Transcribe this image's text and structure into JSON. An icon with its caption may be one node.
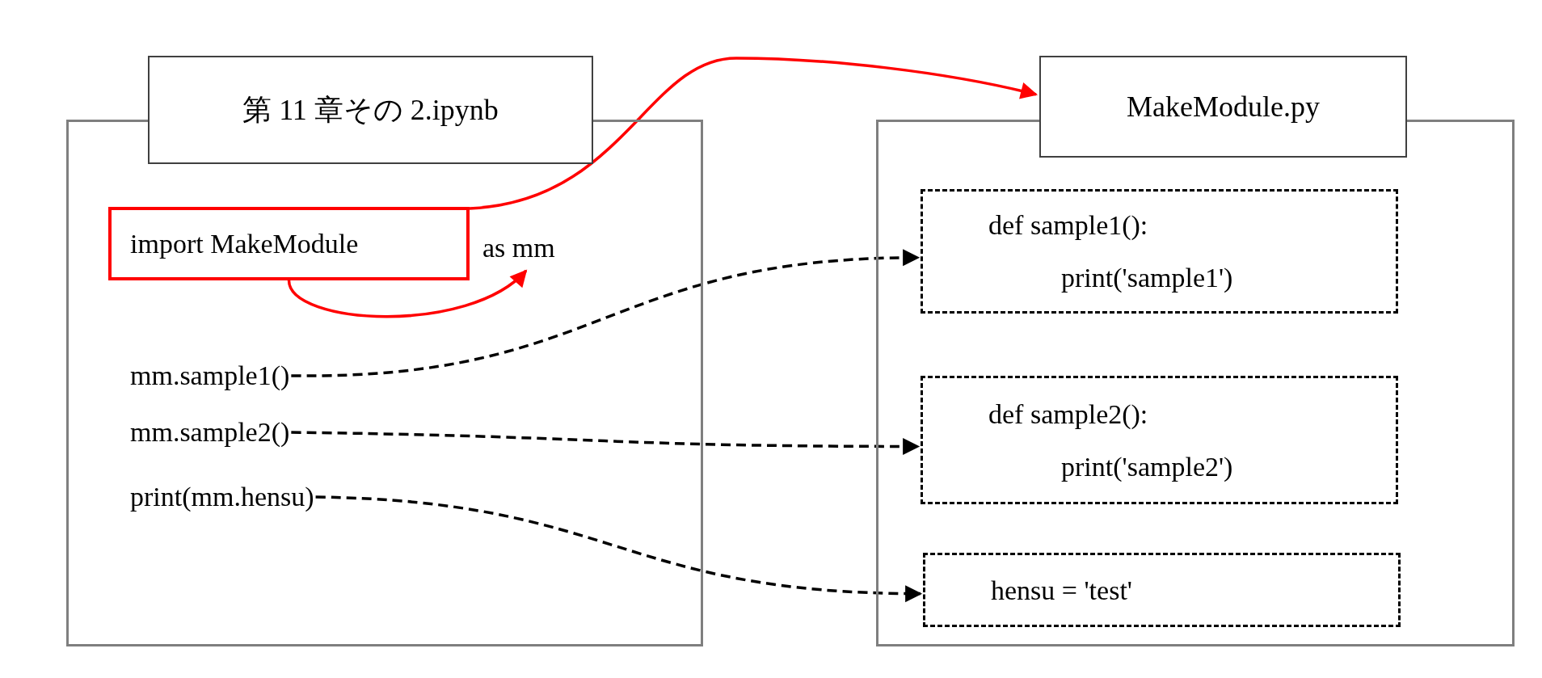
{
  "diagram": {
    "nodes": [
      {
        "text": [],
        "shape": "box"
      },
      {
        "text": [
          "第 11 章その 2.ipynb"
        ]
      },
      {
        "text": [
          "import MakeModule"
        ],
        "in": 0
      },
      {
        "text": [
          "as mm"
        ],
        "in": 0
      },
      {
        "text": [
          "mm.sample1()"
        ],
        "in": 0
      },
      {
        "text": [
          "mm.sample2()"
        ],
        "in": 0
      },
      {
        "text": [
          "print(mm.hensu)"
        ],
        "in": 0
      },
      {
        "text": [],
        "shape": "box"
      },
      {
        "text": [
          "MakeModule.py"
        ]
      },
      {
        "text": [
          "def sample1():",
          "print('sample1')"
        ],
        "in": 7
      },
      {
        "text": [
          "def sample2():",
          "print('sample2')"
        ],
        "in": 7
      },
      {
        "text": [
          "hensu = 'test'"
        ],
        "in": 7
      }
    ],
    "edges": [
      {
        "from": 2,
        "to": 8,
        "arrow": "to",
        "color": "#ff0000"
      },
      {
        "from": 2,
        "to": 3,
        "arrow": "to",
        "color": "#ff0000"
      },
      {
        "from": 4,
        "to": 9,
        "arrow": "to",
        "style": "dashed"
      },
      {
        "from": 5,
        "to": 10,
        "arrow": "to",
        "style": "dashed"
      },
      {
        "from": 6,
        "to": 11,
        "arrow": "to",
        "style": "dashed"
      }
    ]
  }
}
